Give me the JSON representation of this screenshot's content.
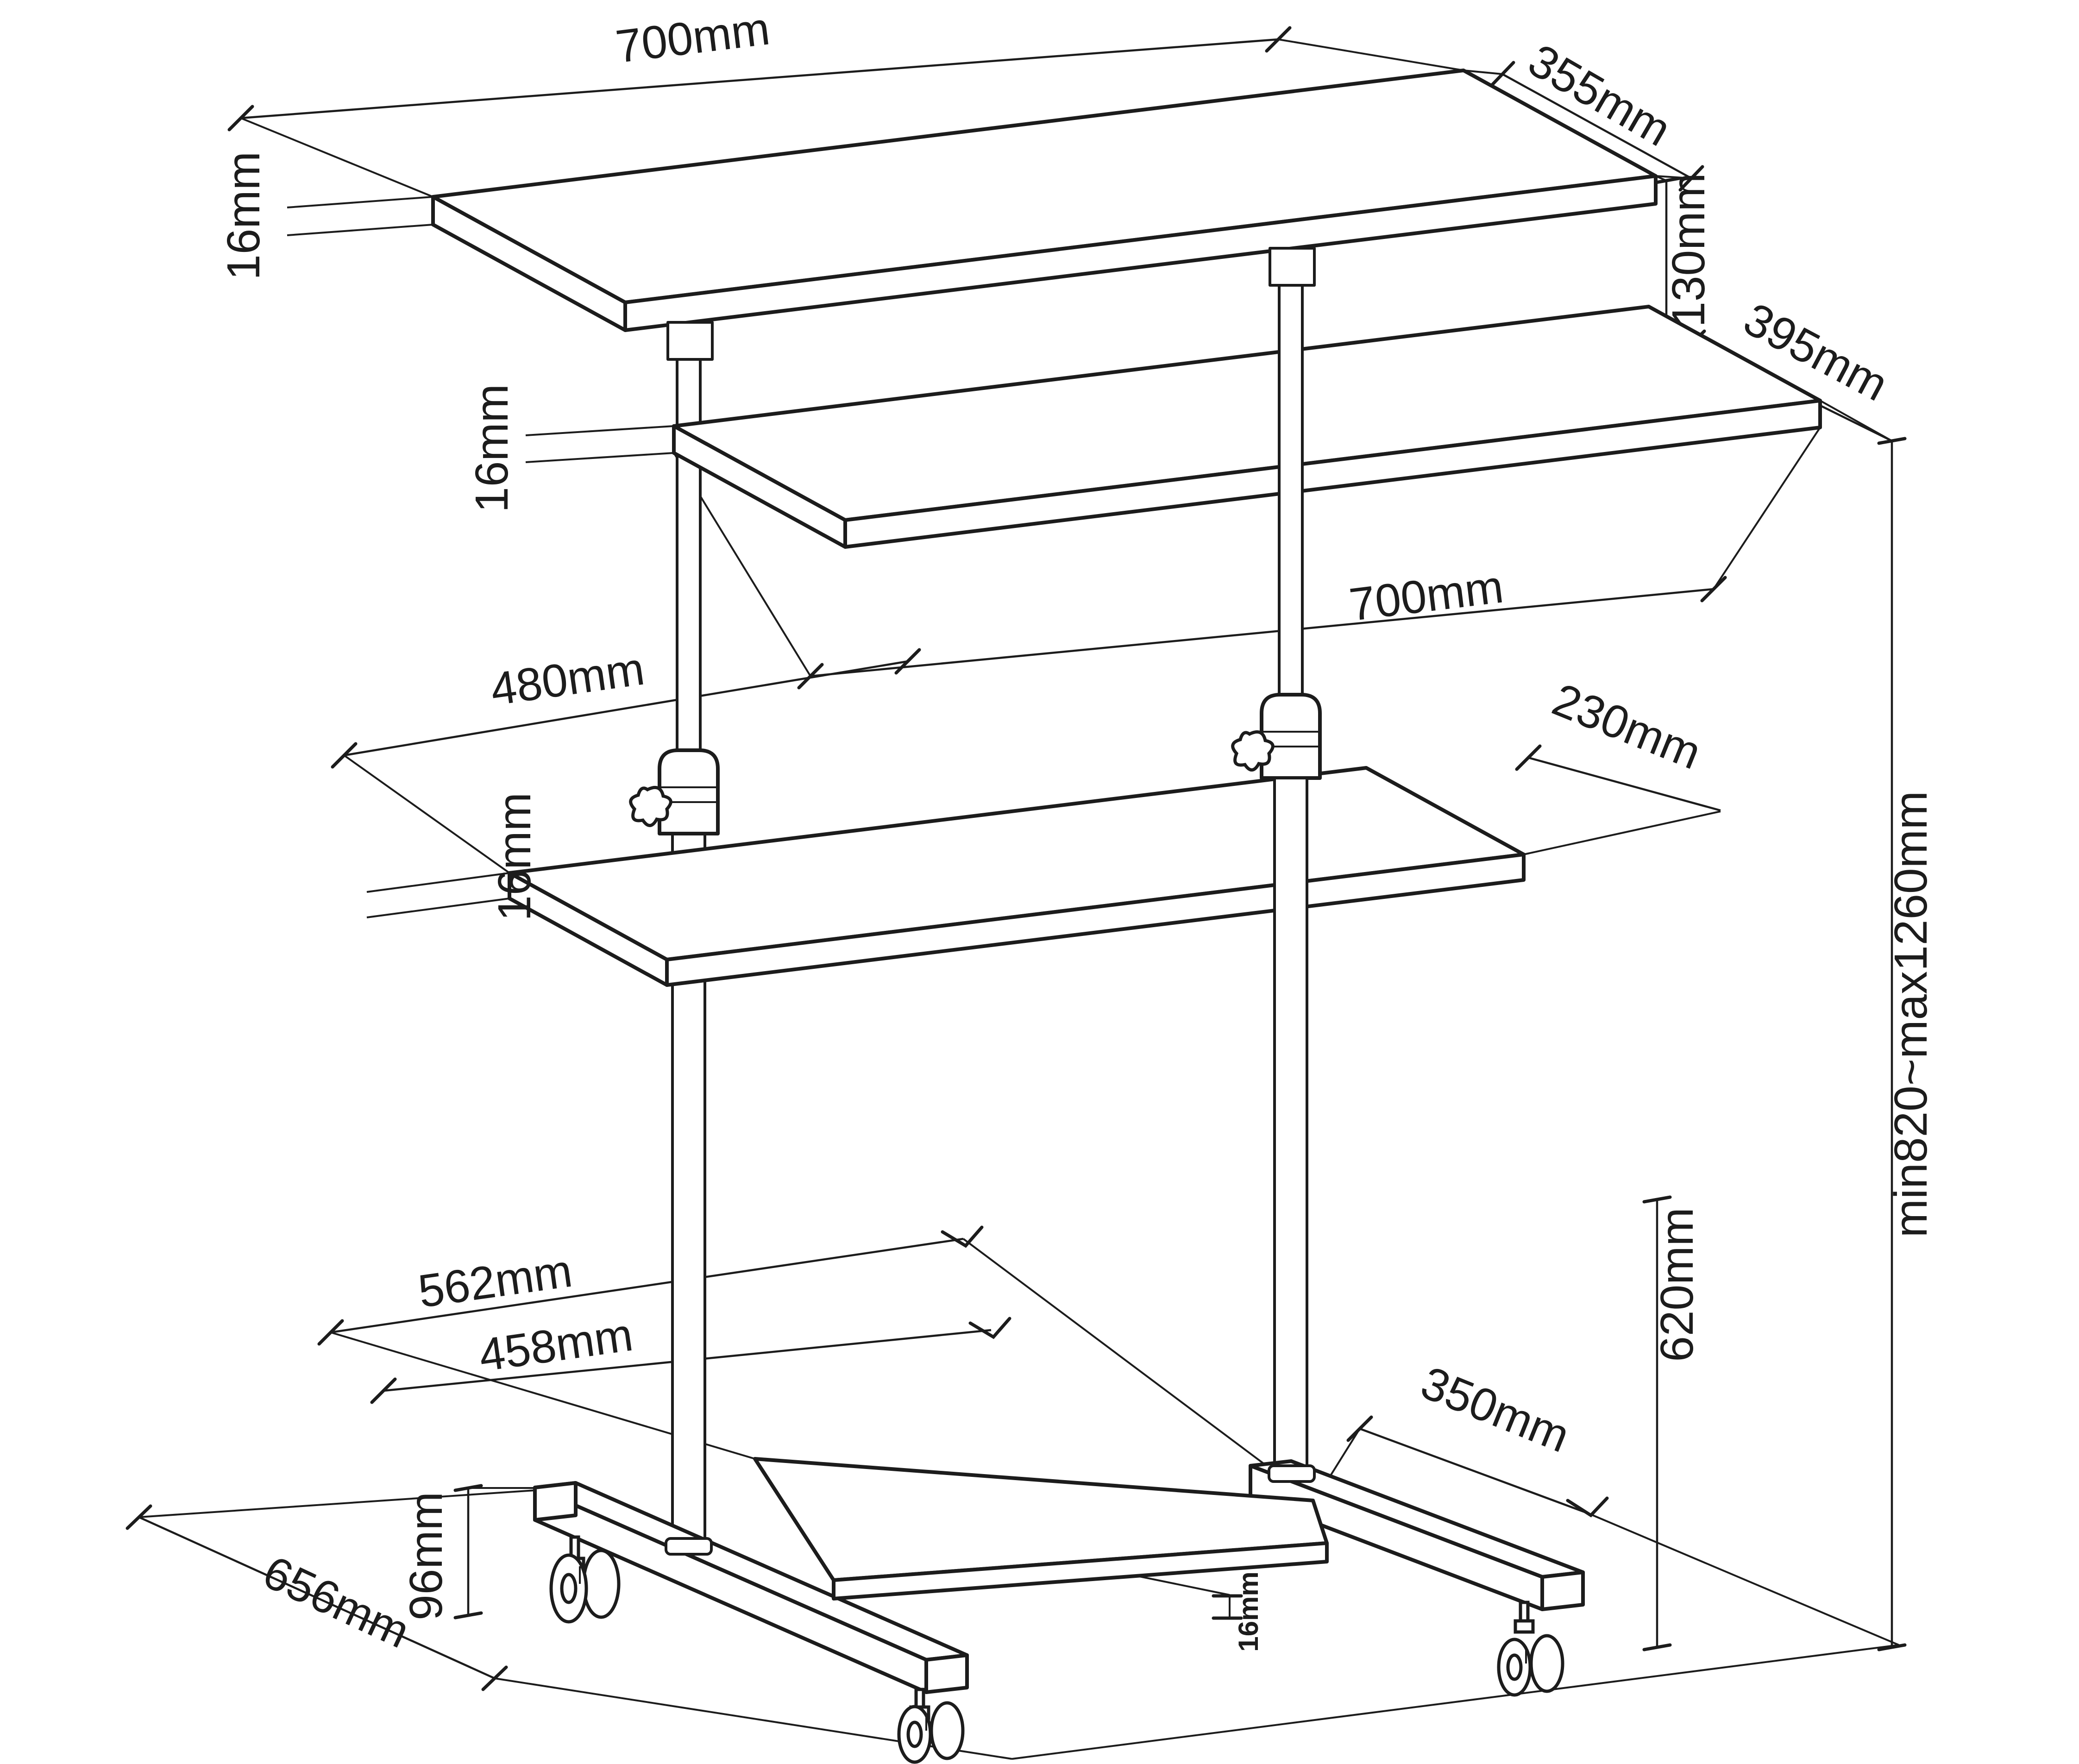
{
  "diagram": {
    "type": "technical-dimension-drawing",
    "subject": "mobile height-adjustable computer cart",
    "colors": {
      "line": "#1c1c1c",
      "background": "#ffffff"
    },
    "dimensions": {
      "top_shelf_width": "700mm",
      "top_shelf_depth": "355mm",
      "top_shelf_thickness": "16mm",
      "shelf_gap_height": "130mm",
      "keyboard_shelf_depth": "395mm",
      "keyboard_shelf_width": "700mm",
      "keyboard_shelf_thickness": "16mm",
      "mid_shelf_width": "480mm",
      "mid_shelf_depth": "230mm",
      "mid_shelf_thickness": "16mm",
      "bottom_shelf_width": "562mm",
      "bottom_shelf_inner_width": "458mm",
      "bottom_shelf_depth": "350mm",
      "bottom_shelf_thickness": "16mm",
      "base_height": "96mm",
      "base_length": "656mm",
      "lower_column_height": "620mm",
      "overall_height_range": "min820~max1260mm"
    }
  }
}
